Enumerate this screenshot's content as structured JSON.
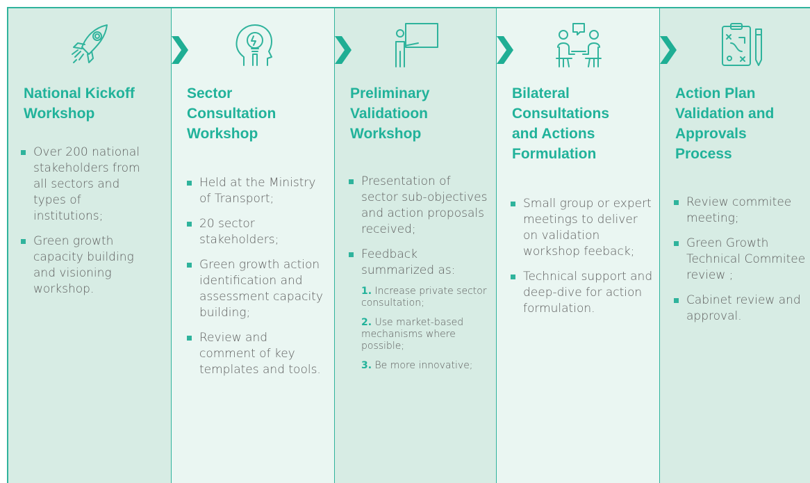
{
  "colors": {
    "accent": "#21b29a",
    "dark_panel": "#d7ece4",
    "light_panel": "#eaf6f2",
    "text": "#5d5d5d"
  },
  "steps": [
    {
      "icon": "rocket-icon",
      "title_lines": [
        "National Kickoff",
        "Workshop"
      ],
      "bullets": [
        "Over 200 national stakeholders from all sectors and types of institutions;",
        "Green growth capacity building and visioning workshop."
      ]
    },
    {
      "icon": "head-lightbulb-icon",
      "title_lines": [
        "Sector",
        "Consultation",
        "Workshop"
      ],
      "bullets": [
        "Held at the Ministry of Transport;",
        "20 sector stakeholders;",
        "Green growth action identification and assessment capacity building;",
        "Review and comment of key templates and tools."
      ]
    },
    {
      "icon": "presenter-board-icon",
      "title_lines": [
        "Preliminary",
        "Validatioon",
        "Workshop"
      ],
      "bullets": [
        "Presentation of sector sub-objectives and action proposals received;",
        "Feedback summarized as:"
      ],
      "feedback": [
        {
          "num": "1.",
          "text": "Increase private sector consultation;"
        },
        {
          "num": "2.",
          "text": "Use market-based mechanisms where possible;"
        },
        {
          "num": "3.",
          "text": "Be more innovative;"
        }
      ]
    },
    {
      "icon": "meeting-people-icon",
      "title_lines": [
        "Bilateral",
        "Consultations",
        "and Actions",
        "Formulation"
      ],
      "bullets": [
        "Small group or expert meetings to deliver on validation workshop feeback;",
        "Technical support and deep-dive for action formulation."
      ]
    },
    {
      "icon": "strategy-clipboard-icon",
      "title_lines": [
        "Action Plan",
        "Validation and",
        "Approvals",
        "Process"
      ],
      "bullets": [
        "Review commitee meeting;",
        "Green Growth Technical Commitee review ;",
        "Cabinet review and approval."
      ]
    }
  ]
}
